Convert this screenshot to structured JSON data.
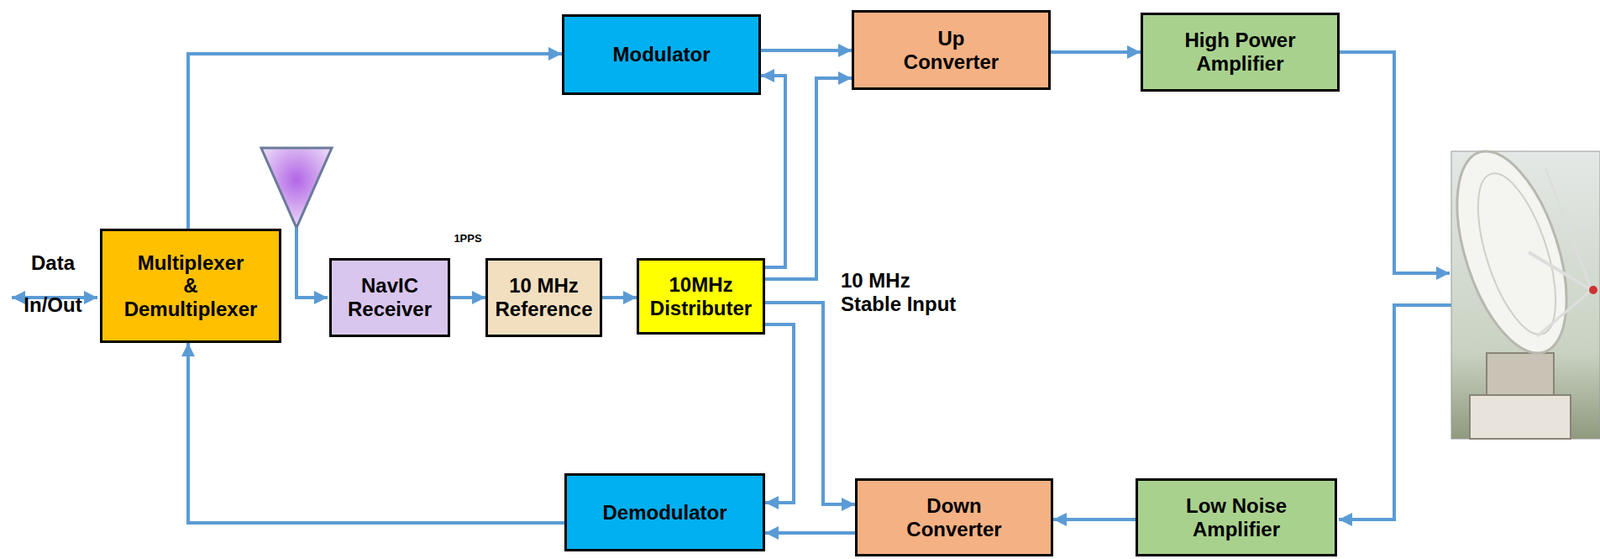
{
  "diagram": {
    "nodes": [
      {
        "text": [
          "Multiplexer & Demultiplexer"
        ]
      },
      {
        "text": [
          "Modulator"
        ]
      },
      {
        "text": [
          "Up Converter"
        ]
      },
      {
        "text": [
          "High Power Amplifier"
        ]
      },
      {
        "text": [
          "NavIC Receiver"
        ]
      },
      {
        "text": [
          "10 MHz Reference"
        ]
      },
      {
        "text": [
          "10MHz Distributer"
        ]
      },
      {
        "text": [
          "Demodulator"
        ]
      },
      {
        "text": [
          "Down Converter"
        ]
      },
      {
        "text": [
          "Low Noise Amplifier"
        ]
      }
    ],
    "edges": [
      {
        "from": 0,
        "to": 1,
        "arrow": "to"
      },
      {
        "from": 1,
        "to": 2,
        "arrow": "to"
      },
      {
        "from": 2,
        "to": 3,
        "arrow": "to"
      },
      {
        "from": 4,
        "to": 5,
        "label": "1PPS",
        "arrow": "to"
      },
      {
        "from": 5,
        "to": 6,
        "arrow": "to"
      },
      {
        "from": 6,
        "to": 1,
        "arrow": "to"
      },
      {
        "from": 6,
        "to": 2,
        "arrow": "to"
      },
      {
        "from": 6,
        "to": 8,
        "arrow": "to"
      },
      {
        "from": 6,
        "to": 7,
        "arrow": "to"
      },
      {
        "from": 9,
        "to": 8,
        "arrow": "to"
      },
      {
        "from": 8,
        "to": 7,
        "arrow": "to"
      },
      {
        "from": 7,
        "to": 0,
        "arrow": "to"
      }
    ],
    "labels": [
      "Data In/Out",
      "10 MHz Stable Input"
    ]
  }
}
